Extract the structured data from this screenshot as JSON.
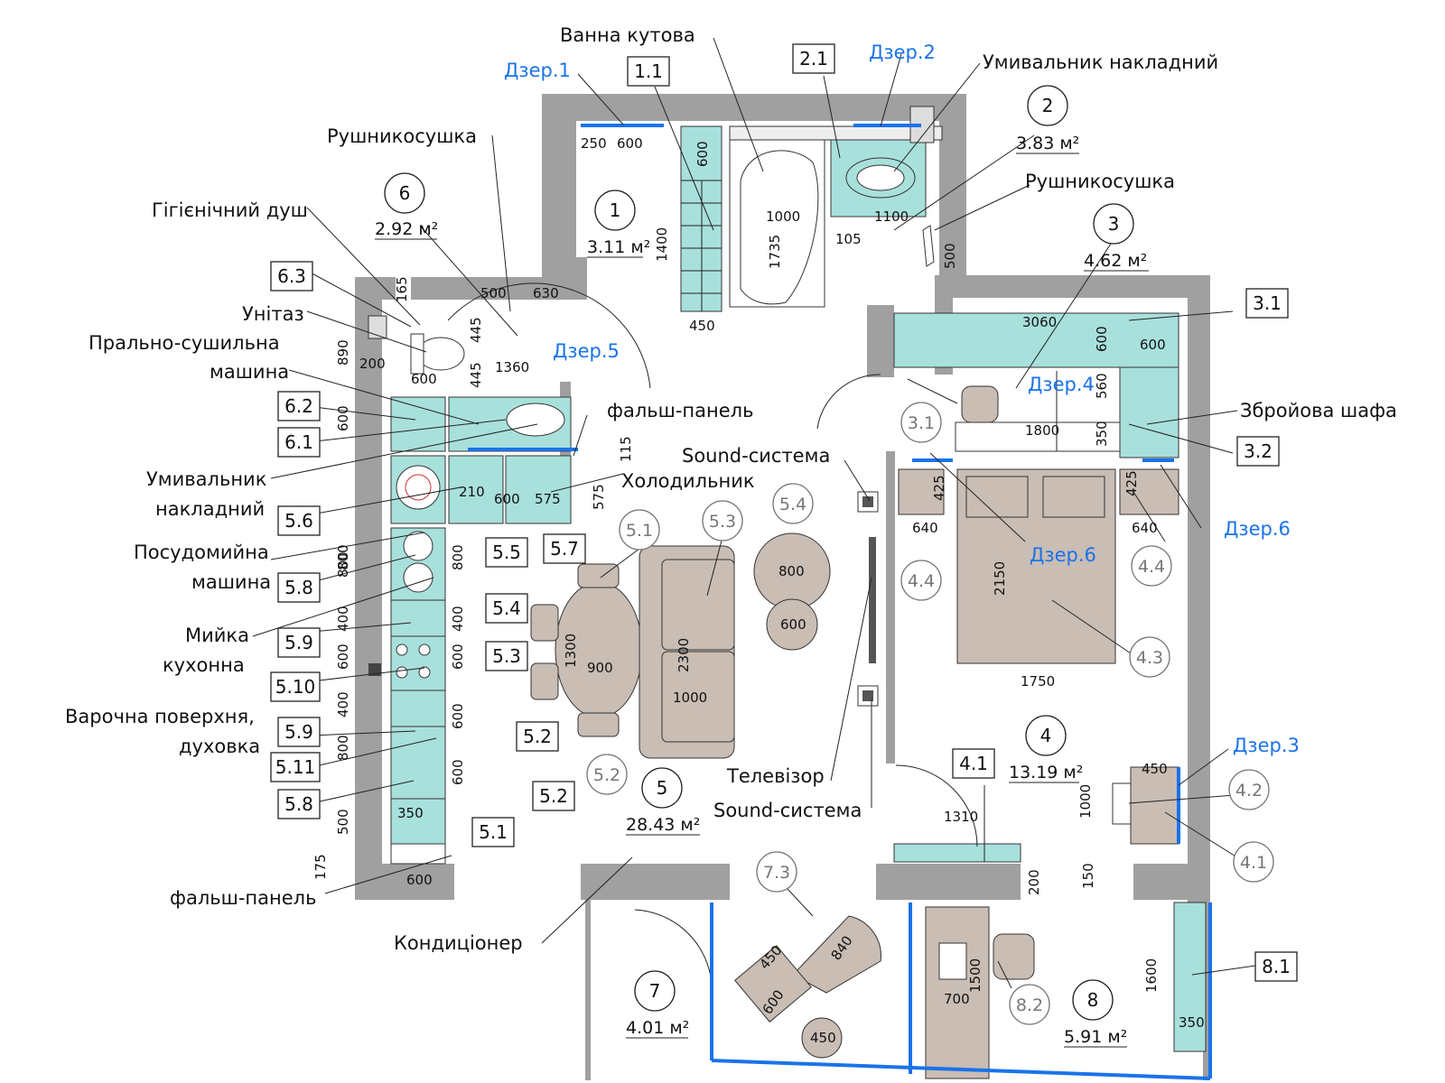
{
  "labels": {
    "vanna": "Ванна кутова",
    "umyv1": "Умивальник накладний",
    "rushnyk1": "Рушникосушка",
    "rushnyk2": "Рушникосушка",
    "gigien": "Гігієнічний душ",
    "unitaz": "Унітаз",
    "pralno1": "Пральнo-сушильна",
    "pralno2": "машина",
    "falsh1": "фальш-панель",
    "holod": "Холодильник",
    "umyv2a": "Умивальник",
    "umyv2b": "накладний",
    "sound1": "Sound-система",
    "posud1": "Посудомийна",
    "posud2": "машина",
    "myika1": "Мийка",
    "myika2": "кухонна",
    "varoch1": "Варочна поверхня,",
    "varoch2": "духовка",
    "falsh2": "фальш-панель",
    "konder": "Кондиціонер",
    "tv": "Телевізор",
    "sound2": "Sound-система",
    "zbroi": "Збройова шафа"
  },
  "blue_labels": {
    "dzer1": "Дзер.1",
    "dzer2": "Дзер.2",
    "dzer3": "Дзер.3",
    "dzer4": "Дзер.4",
    "dzer5": "Дзер.5",
    "dzer6a": "Дзер.6",
    "dzer6b": "Дзер.6"
  },
  "boxes": [
    "1.1",
    "2.1",
    "3.1",
    "3.2",
    "6.3",
    "6.2",
    "6.1",
    "5.6",
    "5.5",
    "5.7",
    "5.8",
    "5.4",
    "5.9",
    "5.3",
    "5.10",
    "5.9",
    "5.2",
    "5.11",
    "5.2",
    "5.8",
    "5.1",
    "4.1",
    "8.1"
  ],
  "rooms": [
    {
      "num": "1",
      "area": "3.11 м²"
    },
    {
      "num": "2",
      "area": "3.83 м²"
    },
    {
      "num": "3",
      "area": "4.62 м²"
    },
    {
      "num": "4",
      "area": "13.19 м²"
    },
    {
      "num": "5",
      "area": "28.43 м²"
    },
    {
      "num": "6",
      "area": "2.92 м²"
    },
    {
      "num": "7",
      "area": "4.01 м²"
    },
    {
      "num": "8",
      "area": "5.91 м²"
    }
  ],
  "circle_refs": [
    "3.1",
    "5.1",
    "5.3",
    "5.4",
    "4.4",
    "4.4",
    "4.3",
    "5.2",
    "4.2",
    "4.1",
    "7.3",
    "8.2"
  ],
  "dims": [
    "250",
    "600",
    "600",
    "1000",
    "1100",
    "105",
    "500",
    "1735",
    "1400",
    "450",
    "165",
    "500",
    "630",
    "445",
    "445",
    "1360",
    "890",
    "200",
    "600",
    "600",
    "3060",
    "600",
    "600",
    "560",
    "1800",
    "350",
    "425",
    "425",
    "640",
    "640",
    "2150",
    "1750",
    "210",
    "600",
    "575",
    "575",
    "115",
    "800",
    "800",
    "800",
    "400",
    "400",
    "600",
    "600",
    "1300",
    "900",
    "2300",
    "1000",
    "800",
    "600",
    "400",
    "600",
    "800",
    "600",
    "500",
    "350",
    "175",
    "600",
    "1310",
    "200",
    "450",
    "1000",
    "150",
    "450",
    "840",
    "600",
    "700",
    "1500",
    "1600",
    "350",
    "450"
  ]
}
